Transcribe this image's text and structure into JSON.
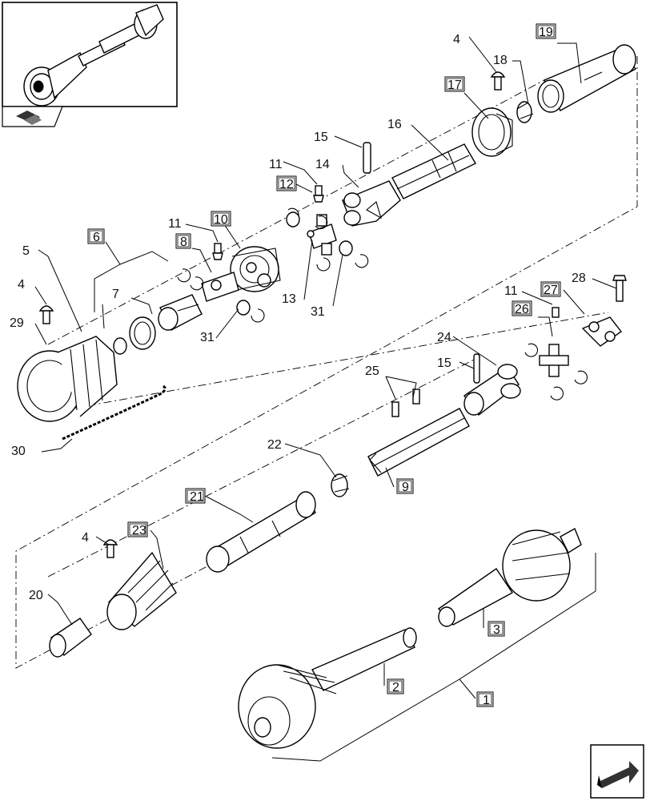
{
  "callouts": {
    "c1": "1",
    "c2": "2",
    "c3": "3",
    "c4a": "4",
    "c4b": "4",
    "c4c": "4",
    "c5": "5",
    "c6": "6",
    "c7": "7",
    "c8": "8",
    "c9": "9",
    "c10": "10",
    "c11a": "11",
    "c11b": "11",
    "c11c": "11",
    "c12": "12",
    "c13": "13",
    "c14": "14",
    "c15a": "15",
    "c15b": "15",
    "c16": "16",
    "c17": "17",
    "c18": "18",
    "c19": "19",
    "c20": "20",
    "c21": "21",
    "c22": "22",
    "c23": "23",
    "c24": "24",
    "c25": "25",
    "c26": "26",
    "c27": "27",
    "c28": "28",
    "c29": "29",
    "c30": "30",
    "c31a": "31",
    "c31b": "31"
  },
  "icons": {
    "overview": "driveshaft-overview-icon",
    "detail_flag": "detail-view-icon",
    "nav": "next-page-arrow-icon"
  }
}
